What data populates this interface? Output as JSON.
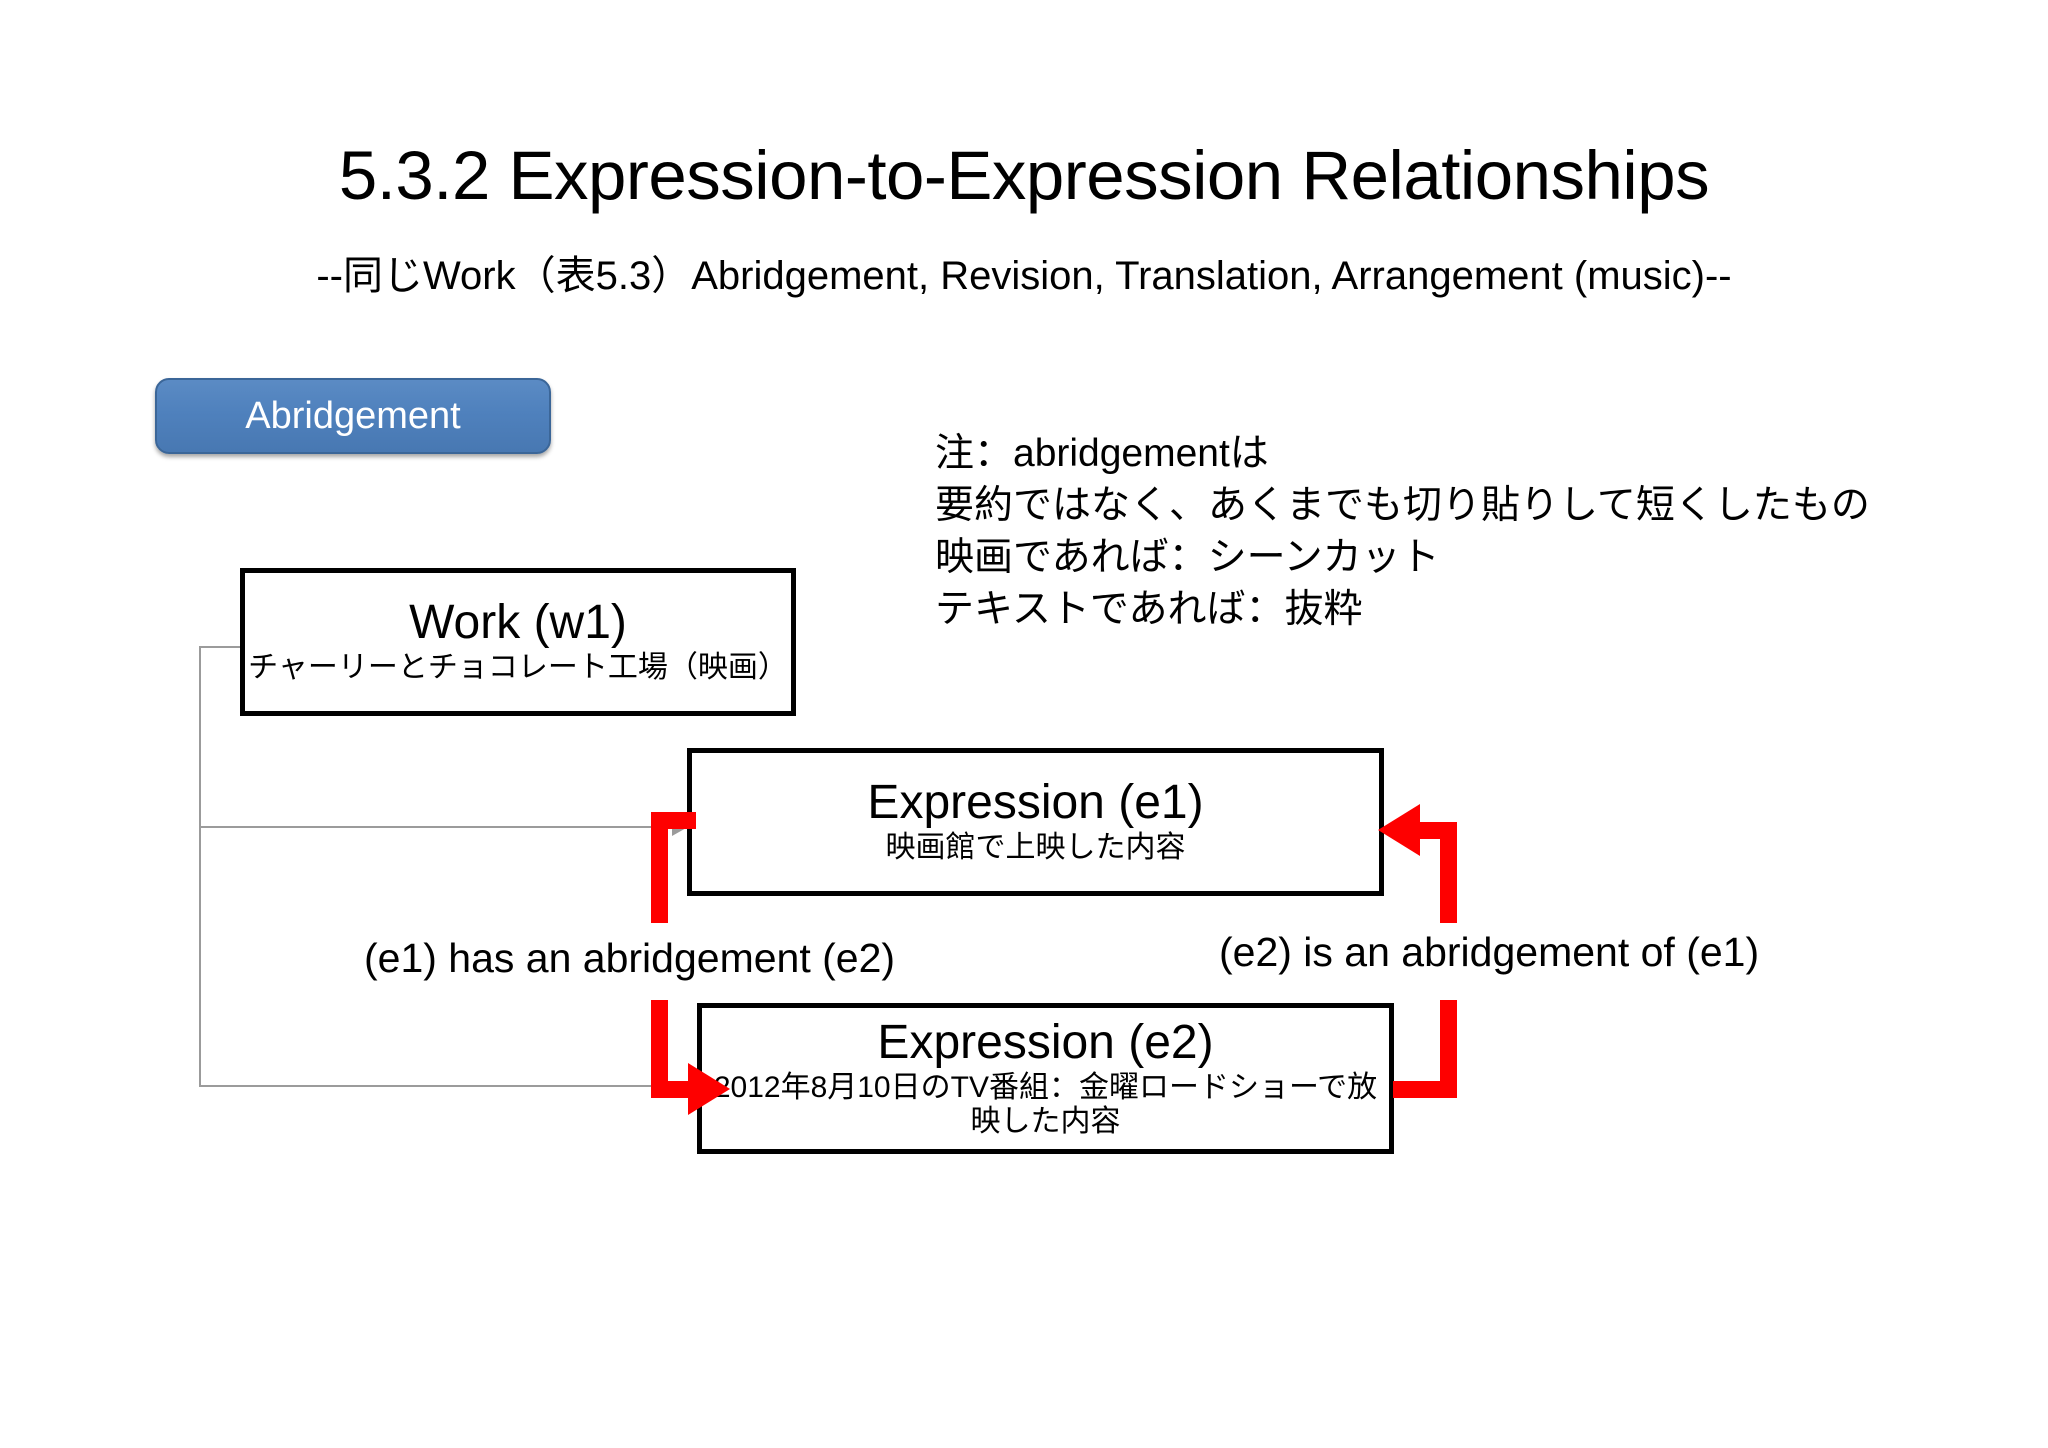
{
  "slide": {
    "title": "5.3.2 Expression-to-Expression Relationships",
    "subtitle": "--同じWork（表5.3）Abridgement, Revision, Translation, Arrangement (music)--"
  },
  "tag": {
    "label": "Abridgement",
    "fill_color": "#4F81BD",
    "text_color": "#FFFFFF"
  },
  "note": {
    "lines": [
      "注：abridgementは",
      "要約ではなく、あくまでも切り貼りして短くしたもの",
      "映画であれば：シーンカット",
      "テキストであれば：抜粋"
    ]
  },
  "entities": {
    "work": {
      "title": "Work (w1)",
      "subtitle": "チャーリーとチョコレート工場（映画）"
    },
    "expression1": {
      "title": "Expression (e1)",
      "subtitle": "映画館で上映した内容"
    },
    "expression2": {
      "title": "Expression (e2)",
      "subtitle": "2012年8月10日のTV番組：金曜ロードショーで放映した内容"
    }
  },
  "relationships": {
    "left_label": "(e1) has an abridgement (e2)",
    "right_label": "(e2) is an abridgement of (e1)",
    "arrow_color": "#FE0000",
    "connector_color": "#9B9B9B"
  }
}
